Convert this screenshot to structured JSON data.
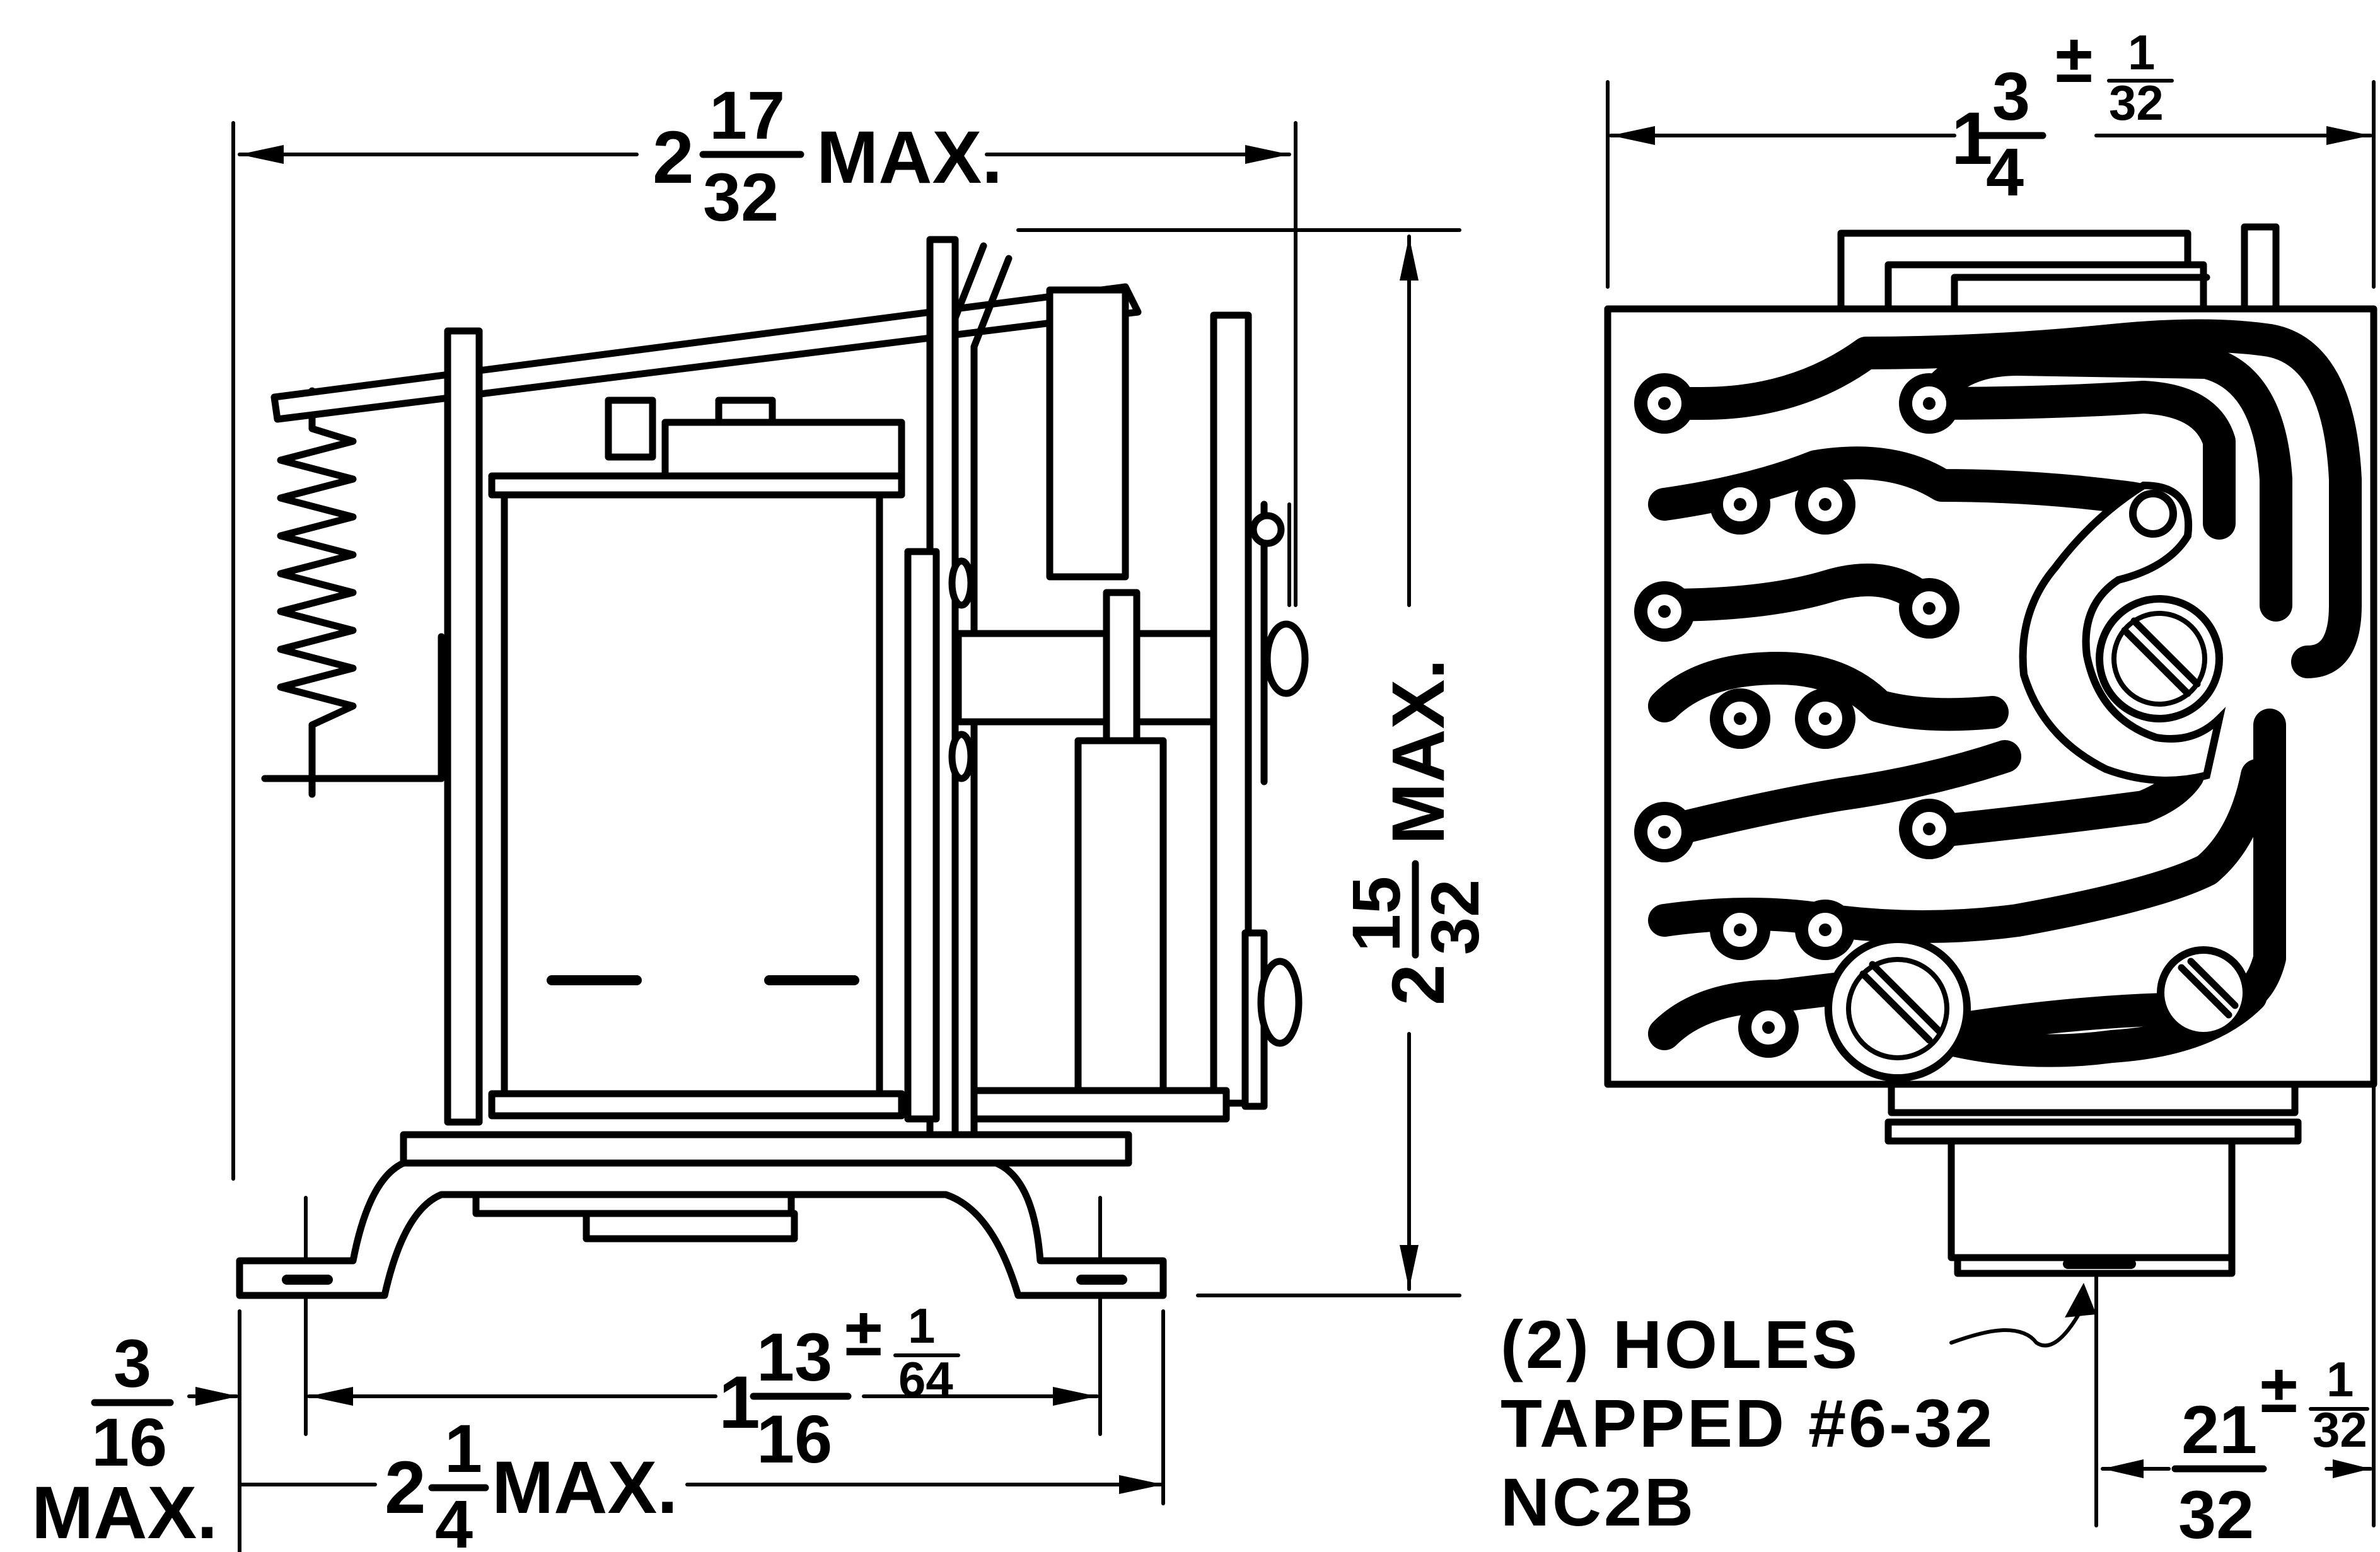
{
  "dimensions": {
    "overall_width": {
      "whole": "2",
      "num": "17",
      "den": "32",
      "suffix": "MAX."
    },
    "overall_height": {
      "whole": "2",
      "num": "15",
      "den": "32",
      "suffix": "MAX."
    },
    "end_view_width": {
      "whole": "1",
      "num": "3",
      "den": "4",
      "tol_sign": "±",
      "tol_num": "1",
      "tol_den": "32"
    },
    "mounting_hole_spacing": {
      "whole": "1",
      "num": "13",
      "den": "16",
      "tol_sign": "±",
      "tol_num": "1",
      "tol_den": "64"
    },
    "base_length": {
      "whole": "2",
      "num": "1",
      "den": "4",
      "suffix": "MAX."
    },
    "base_height": {
      "num": "3",
      "den": "16",
      "suffix": "MAX."
    },
    "hole_offset": {
      "num": "21",
      "den": "32",
      "tol_sign": "±",
      "tol_num": "1",
      "tol_den": "32"
    }
  },
  "notes": {
    "holes": [
      "(2) HOLES",
      "TAPPED #6-32",
      "NC2B"
    ]
  }
}
